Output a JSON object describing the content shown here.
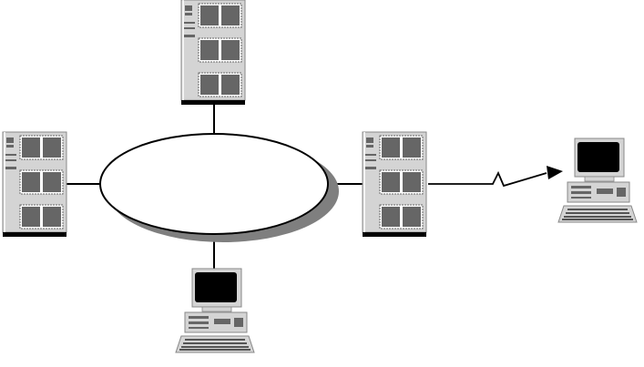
{
  "diagram": {
    "colors": {
      "cabinet": "#d4d4d4",
      "drive_bay": "#666666",
      "base": "#000000",
      "line": "#000000",
      "shadow": "#7f7f7f",
      "ring_fill": "#ffffff",
      "screen": "#000000",
      "monitor_body": "#d4d4d4"
    },
    "nodes": [
      {
        "id": "server-top",
        "kind": "server-icon"
      },
      {
        "id": "server-left",
        "kind": "server-icon"
      },
      {
        "id": "server-right",
        "kind": "server-icon"
      },
      {
        "id": "workstation-bottom",
        "kind": "workstation-icon"
      },
      {
        "id": "workstation-remote",
        "kind": "workstation-icon"
      }
    ],
    "links": [
      {
        "from": "server-top",
        "to": "ring",
        "type": "wired"
      },
      {
        "from": "server-left",
        "to": "ring",
        "type": "wired"
      },
      {
        "from": "server-right",
        "to": "ring",
        "type": "wired"
      },
      {
        "from": "workstation-bottom",
        "to": "ring",
        "type": "wired"
      },
      {
        "from": "server-right",
        "to": "workstation-remote",
        "type": "remote-link-arrow"
      }
    ]
  }
}
